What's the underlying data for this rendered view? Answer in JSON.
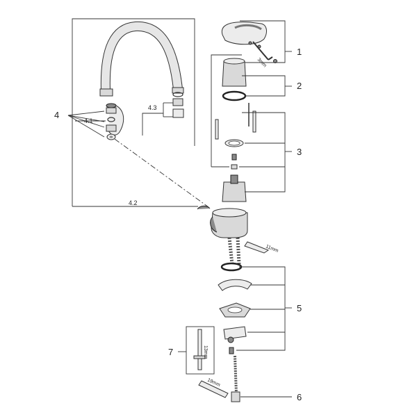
{
  "callouts": {
    "c1": "1",
    "c2": "2",
    "c3": "3",
    "c4": "4",
    "c4_1": "4.1",
    "c4_2": "4.2",
    "c4_3": "4.3",
    "c5": "5",
    "c6": "6",
    "c7": "7"
  },
  "tool_labels": {
    "hex_3mm": "3mm",
    "wrench_11mm": "11mm",
    "wrench_13mm": "13mm",
    "wrench_19mm": "19mm"
  }
}
